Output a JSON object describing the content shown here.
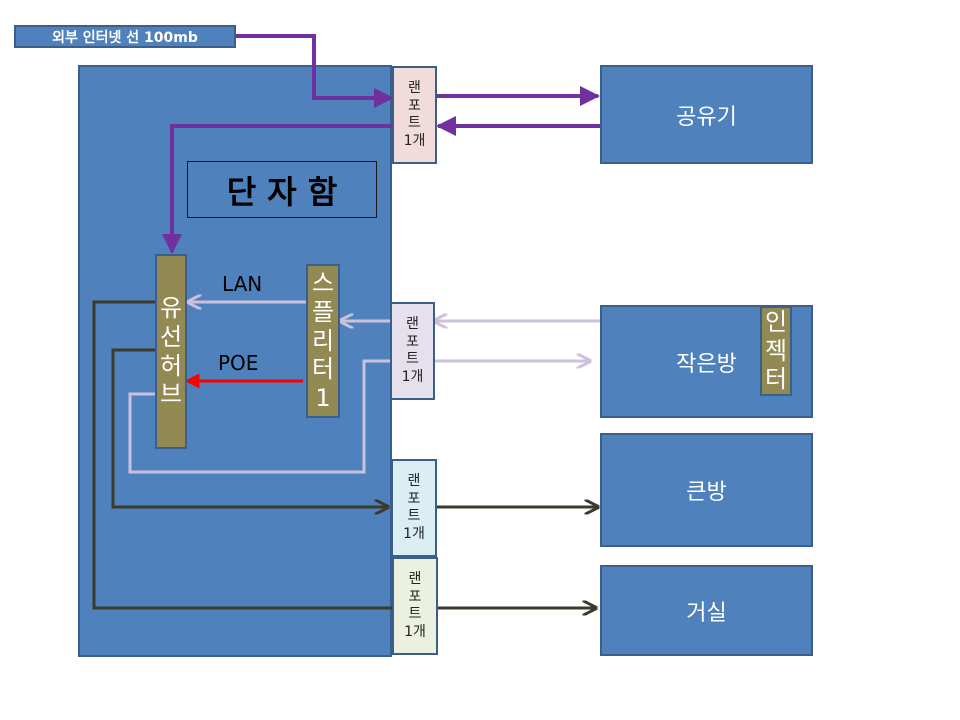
{
  "external_line": {
    "label": "외부 인터넷 선 100mb"
  },
  "panel": {
    "title": "단 자 함"
  },
  "ports": [
    {
      "label": "랜\n포\n트\n1개",
      "fill": "#f2dcdb"
    },
    {
      "label": "랜\n포\n트\n1개",
      "fill": "#e6e0ec"
    },
    {
      "label": "랜\n포\n트\n1개",
      "fill": "#dbeef4"
    },
    {
      "label": "랜\n포\n트\n1개",
      "fill": "#ebf1de"
    }
  ],
  "rooms": {
    "router": "공유기",
    "small_room": "작은방",
    "big_room": "큰방",
    "living_room": "거실"
  },
  "injector": {
    "label": "인\n젝\n터"
  },
  "hub": {
    "label": "유\n선\n허\n브"
  },
  "splitter": {
    "label": "스\n플\n리\n터\n1"
  },
  "connections": {
    "lan": "LAN",
    "poe": "POE"
  },
  "colors": {
    "box_fill": "#4f81bd",
    "box_border": "#3a5f8c",
    "device_fill": "#938953",
    "internet_line": "#7030a0",
    "lan_line": "#ccc0da",
    "poe_line": "#ff0000",
    "cable_line": "#3d3a2b"
  }
}
